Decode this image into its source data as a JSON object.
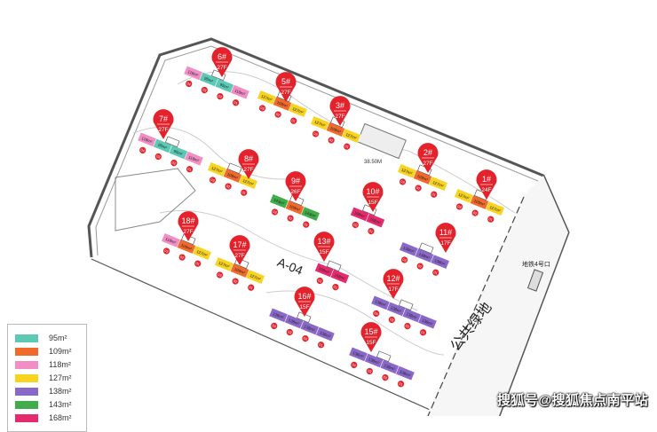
{
  "legend": [
    {
      "label": "95m²",
      "color": "#5cc9b5"
    },
    {
      "label": "109m²",
      "color": "#f26a2b"
    },
    {
      "label": "118m²",
      "color": "#f28dc6"
    },
    {
      "label": "127m²",
      "color": "#f8d31f"
    },
    {
      "label": "138m²",
      "color": "#8a68c9"
    },
    {
      "label": "143m²",
      "color": "#41ad4a"
    },
    {
      "label": "168m²",
      "color": "#e62a6e"
    }
  ],
  "map": {
    "parcel_label": "A-04",
    "green_label": "公共绿地",
    "metro_label": "地铁4号口",
    "dimension_label": "38.50M"
  },
  "buildings": [
    {
      "name": "6#",
      "floors": "27F",
      "units": [
        [
          "118m²",
          "#f28dc6",
          "04"
        ],
        [
          "95m²",
          "#5cc9b5",
          "03"
        ],
        [
          "95m²",
          "#5cc9b5",
          "02"
        ],
        [
          "118m²",
          "#f28dc6",
          "01"
        ]
      ]
    },
    {
      "name": "5#",
      "floors": "27F",
      "units": [
        [
          "127m²",
          "#f8d31f",
          "03"
        ],
        [
          "109m²",
          "#f26a2b",
          "02"
        ],
        [
          "127m²",
          "#f8d31f",
          "01"
        ]
      ]
    },
    {
      "name": "3#",
      "floors": "27F",
      "units": [
        [
          "127m²",
          "#f8d31f",
          "03"
        ],
        [
          "109m²",
          "#f26a2b",
          "02"
        ],
        [
          "127m²",
          "#f8d31f",
          "01"
        ]
      ]
    },
    {
      "name": "7#",
      "floors": "27F",
      "units": [
        [
          "118m²",
          "#f28dc6",
          "04"
        ],
        [
          "95m²",
          "#5cc9b5",
          "03"
        ],
        [
          "95m²",
          "#5cc9b5",
          "02"
        ],
        [
          "118m²",
          "#f28dc6",
          "01"
        ]
      ]
    },
    {
      "name": "8#",
      "floors": "27F",
      "units": [
        [
          "127m²",
          "#f8d31f",
          "03"
        ],
        [
          "109m²",
          "#f26a2b",
          "02"
        ],
        [
          "127m²",
          "#f8d31f",
          "01"
        ]
      ]
    },
    {
      "name": "2#",
      "floors": "27F",
      "units": [
        [
          "127m²",
          "#f8d31f",
          "03"
        ],
        [
          "109m²",
          "#f26a2b",
          "02"
        ],
        [
          "127m²",
          "#f8d31f",
          "01"
        ]
      ]
    },
    {
      "name": "1#",
      "floors": "24F",
      "units": [
        [
          "127m²",
          "#f8d31f",
          "03"
        ],
        [
          "109m²",
          "#f26a2b",
          "02"
        ],
        [
          "127m²",
          "#f8d31f",
          "01"
        ]
      ]
    },
    {
      "name": "9#",
      "floors": "26F",
      "units": [
        [
          "143m²",
          "#41ad4a",
          "03"
        ],
        [
          "109m²",
          "#f26a2b",
          "02"
        ],
        [
          "143m²",
          "#41ad4a",
          "01"
        ]
      ]
    },
    {
      "name": "10#",
      "floors": "15F",
      "units": [
        [
          "168m²",
          "#e62a6e",
          "02"
        ],
        [
          "168m²",
          "#e62a6e",
          "01"
        ]
      ]
    },
    {
      "name": "11#",
      "floors": "17F",
      "units": [
        [
          "138m²",
          "#8a68c9",
          "03"
        ],
        [
          "138m²",
          "#8a68c9",
          "02"
        ],
        [
          "138m²",
          "#8a68c9",
          "01"
        ]
      ]
    },
    {
      "name": "18#",
      "floors": "27F",
      "units": [
        [
          "118m²",
          "#f28dc6",
          "03"
        ],
        [
          "109m²",
          "#f26a2b",
          "02"
        ],
        [
          "127m²",
          "#f8d31f",
          "01"
        ]
      ]
    },
    {
      "name": "17#",
      "floors": "27F",
      "units": [
        [
          "127m²",
          "#f8d31f",
          "03"
        ],
        [
          "109m²",
          "#f26a2b",
          "02"
        ],
        [
          "127m²",
          "#f8d31f",
          "01"
        ]
      ]
    },
    {
      "name": "13#",
      "floors": "15F",
      "units": [
        [
          "168m²",
          "#e62a6e",
          "02"
        ],
        [
          "168m²",
          "#e62a6e",
          "01"
        ]
      ]
    },
    {
      "name": "12#",
      "floors": "17F",
      "units": [
        [
          "138m²",
          "#8a68c9",
          "04"
        ],
        [
          "138m²",
          "#8a68c9",
          "03"
        ],
        [
          "138m²",
          "#8a68c9",
          "02"
        ],
        [
          "138m²",
          "#8a68c9",
          "01"
        ]
      ]
    },
    {
      "name": "16#",
      "floors": "15F",
      "units": [
        [
          "138m²",
          "#8a68c9",
          "04"
        ],
        [
          "138m²",
          "#8a68c9",
          "03"
        ],
        [
          "138m²",
          "#8a68c9",
          "02"
        ],
        [
          "138m²",
          "#8a68c9",
          "01"
        ]
      ]
    },
    {
      "name": "15#",
      "floors": "15F",
      "units": [
        [
          "138m²",
          "#8a68c9",
          "04"
        ],
        [
          "138m²",
          "#8a68c9",
          "03"
        ],
        [
          "138m²",
          "#8a68c9",
          "02"
        ],
        [
          "138m²",
          "#8a68c9",
          "01"
        ]
      ]
    }
  ],
  "pin_color": "#e3222b",
  "watermark": "搜狐号@搜狐焦点南平站"
}
